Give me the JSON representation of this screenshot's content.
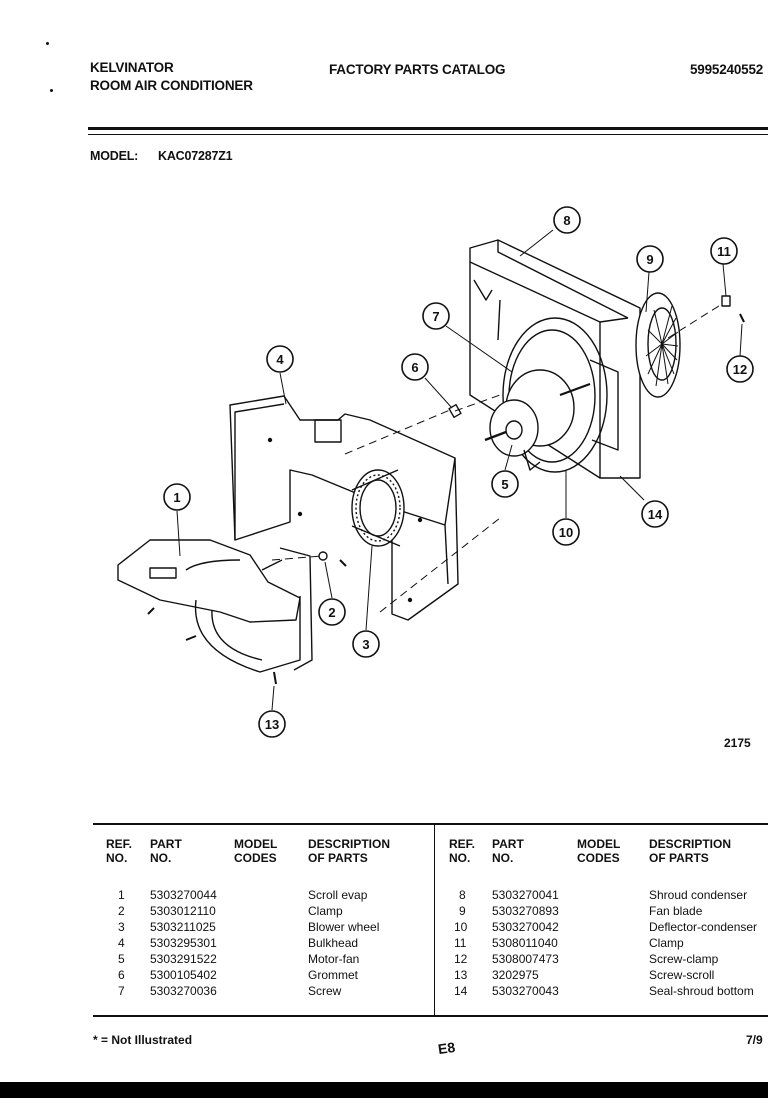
{
  "header": {
    "brand": "KELVINATOR",
    "product": "ROOM AIR CONDITIONER",
    "catalog": "FACTORY PARTS CATALOG",
    "catalog_number": "5995240552",
    "model_label": "MODEL:",
    "model_value": "KAC07287Z1"
  },
  "diagram": {
    "number": "2175",
    "callouts": [
      "1",
      "2",
      "3",
      "4",
      "5",
      "6",
      "7",
      "8",
      "9",
      "10",
      "11",
      "12",
      "13",
      "14"
    ]
  },
  "table": {
    "columns": {
      "ref": "REF.\nNO.",
      "part": "PART\nNO.",
      "codes": "MODEL\nCODES",
      "desc": "DESCRIPTION\nOF PARTS"
    },
    "left_rows": [
      {
        "ref": "1",
        "part": "5303270044",
        "codes": "",
        "desc": "Scroll evap"
      },
      {
        "ref": "2",
        "part": "5303012110",
        "codes": "",
        "desc": "Clamp"
      },
      {
        "ref": "3",
        "part": "5303211025",
        "codes": "",
        "desc": "Blower wheel"
      },
      {
        "ref": "4",
        "part": "5303295301",
        "codes": "",
        "desc": "Bulkhead"
      },
      {
        "ref": "5",
        "part": "5303291522",
        "codes": "",
        "desc": "Motor-fan"
      },
      {
        "ref": "6",
        "part": "5300105402",
        "codes": "",
        "desc": "Grommet"
      },
      {
        "ref": "7",
        "part": "5303270036",
        "codes": "",
        "desc": "Screw"
      }
    ],
    "right_rows": [
      {
        "ref": "8",
        "part": "5303270041",
        "codes": "",
        "desc": "Shroud condenser"
      },
      {
        "ref": "9",
        "part": "5303270893",
        "codes": "",
        "desc": "Fan blade"
      },
      {
        "ref": "10",
        "part": "5303270042",
        "codes": "",
        "desc": "Deflector-condenser"
      },
      {
        "ref": "11",
        "part": "5308011040",
        "codes": "",
        "desc": "Clamp"
      },
      {
        "ref": "12",
        "part": "5308007473",
        "codes": "",
        "desc": "Screw-clamp"
      },
      {
        "ref": "13",
        "part": "3202975",
        "codes": "",
        "desc": "Screw-scroll"
      },
      {
        "ref": "14",
        "part": "5303270043",
        "codes": "",
        "desc": "Seal-shroud bottom"
      }
    ]
  },
  "footer": {
    "note": "* = Not Illustrated",
    "page": "E8",
    "date": "7/9"
  }
}
